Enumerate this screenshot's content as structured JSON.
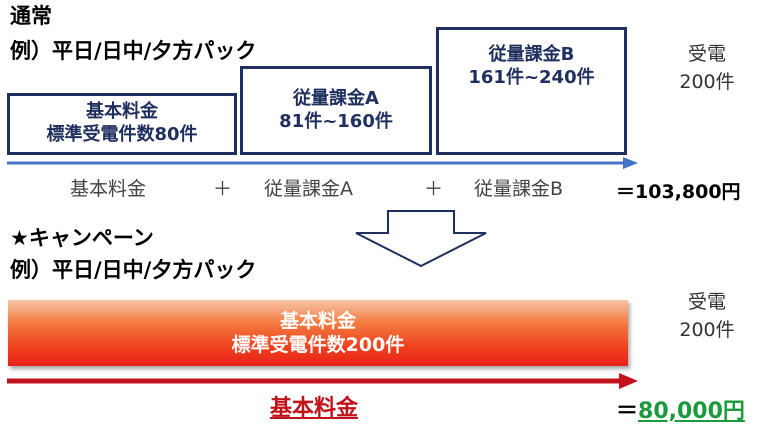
{
  "top": {
    "heading": "通常",
    "example": "例）平日/日中/夕方パック",
    "box_basic": {
      "line1": "基本料金",
      "line2": "標準受電件数80件"
    },
    "box_a": {
      "line1": "従量課金A",
      "line2": "81件~160件"
    },
    "box_b": {
      "line1": "従量課金B",
      "line2": "161件~240件"
    },
    "side_label": {
      "line1": "受電",
      "line2": "200件"
    },
    "formula": {
      "term1": "基本料金",
      "plus1": "＋",
      "term2": "従量課金A",
      "plus2": "＋",
      "term3": "従量課金B"
    },
    "total": "＝103,800円"
  },
  "campaign": {
    "heading": "★キャンペーン",
    "example": "例）平日/日中/夕方パック",
    "bar": {
      "line1": "基本料金",
      "line2": "標準受電件数200件"
    },
    "side_label": {
      "line1": "受電",
      "line2": "200件"
    },
    "formula_label": "基本料金",
    "total_prefix": "＝",
    "total_value": "80,000円"
  },
  "colors": {
    "navy": "#1f2f5e",
    "blue_arrow": "#4472c4",
    "red_arrow": "#c0121b",
    "green": "#1a9a3d"
  }
}
